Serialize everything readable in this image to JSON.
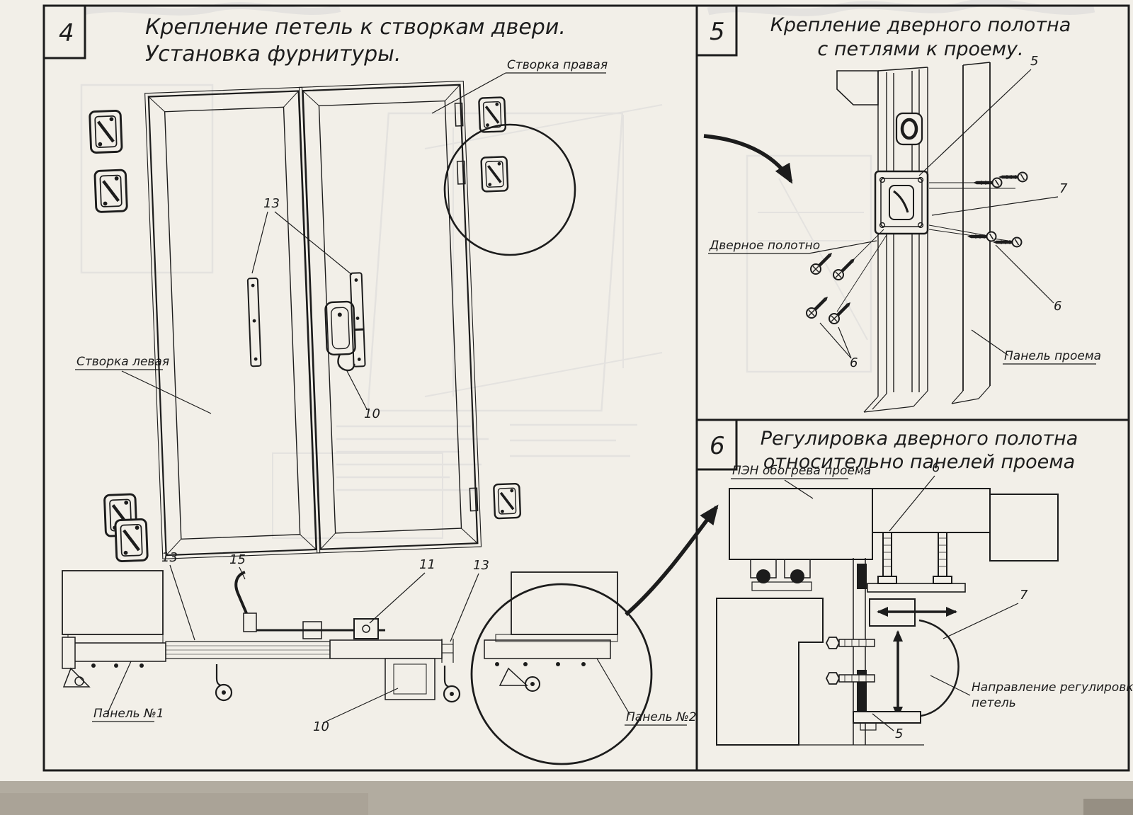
{
  "sheet": {
    "paper_color": "#f2efe8",
    "ink_color": "#1c1c1c",
    "scan_strip_color": "#b2aca0"
  },
  "panels": {
    "p4": {
      "number": "4",
      "title1": "Крепление петель к створкам двери.",
      "title2": "Установка фурнитуры.",
      "label_right_leaf": "Створка правая",
      "label_left_leaf": "Створка левая",
      "label_panel1": "Панель №1",
      "label_panel2": "Панель №2",
      "ref_13_top": "13",
      "ref_10_mid": "10",
      "ref_13_bottom_left": "13",
      "ref_15": "15",
      "ref_11": "11",
      "ref_13_bottom_right": "13",
      "ref_10_bottom": "10"
    },
    "p5": {
      "number": "5",
      "title1": "Крепление дверного полотна",
      "title2": "с петлями к проему.",
      "label_door_leaf": "Дверное полотно",
      "label_opening_panel": "Панель проема",
      "ref_5": "5",
      "ref_7": "7",
      "ref_6_right": "6",
      "ref_6_left": "6"
    },
    "p6": {
      "number": "6",
      "title1": "Регулировка дверного полотна",
      "title2": "относительно панелей проема",
      "label_pen": "ПЭН обогрева проема",
      "label_direction1": "Направление регулировки",
      "label_direction2": "петель",
      "ref_6": "6",
      "ref_7": "7",
      "ref_5": "5"
    }
  }
}
